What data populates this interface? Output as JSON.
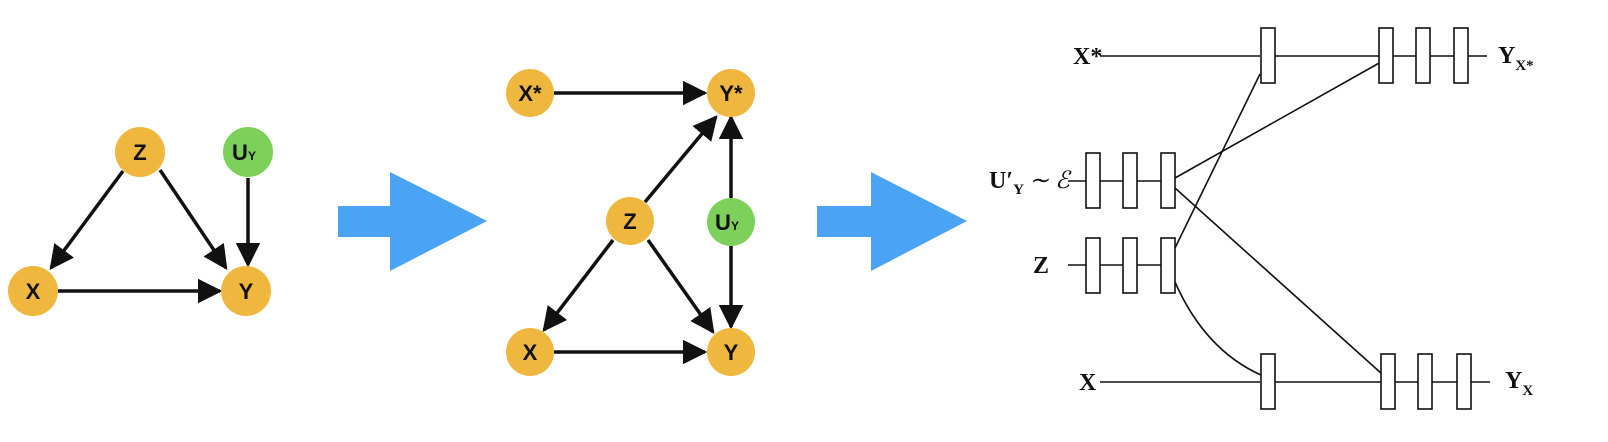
{
  "colors": {
    "node_orange": "#f0b73f",
    "node_green": "#7dd05a",
    "arrow_blue": "#4aa3f5",
    "edge": "#111111"
  },
  "dag1": {
    "z": "Z",
    "x": "X",
    "y": "Y",
    "u_main": "U",
    "u_sub": "Y"
  },
  "dag2": {
    "x_star": "X*",
    "y_star": "Y*",
    "z": "Z",
    "x": "X",
    "y": "Y",
    "u_main": "U",
    "u_sub": "Y"
  },
  "circuit": {
    "x_star": "X*",
    "u_main": "U′",
    "u_sub": "Y",
    "u_dist": "∼ ℰ",
    "z": "Z",
    "x": "X",
    "y_xstar_main": "Y",
    "y_xstar_sub": "X*",
    "y_x_main": "Y",
    "y_x_sub": "X"
  }
}
